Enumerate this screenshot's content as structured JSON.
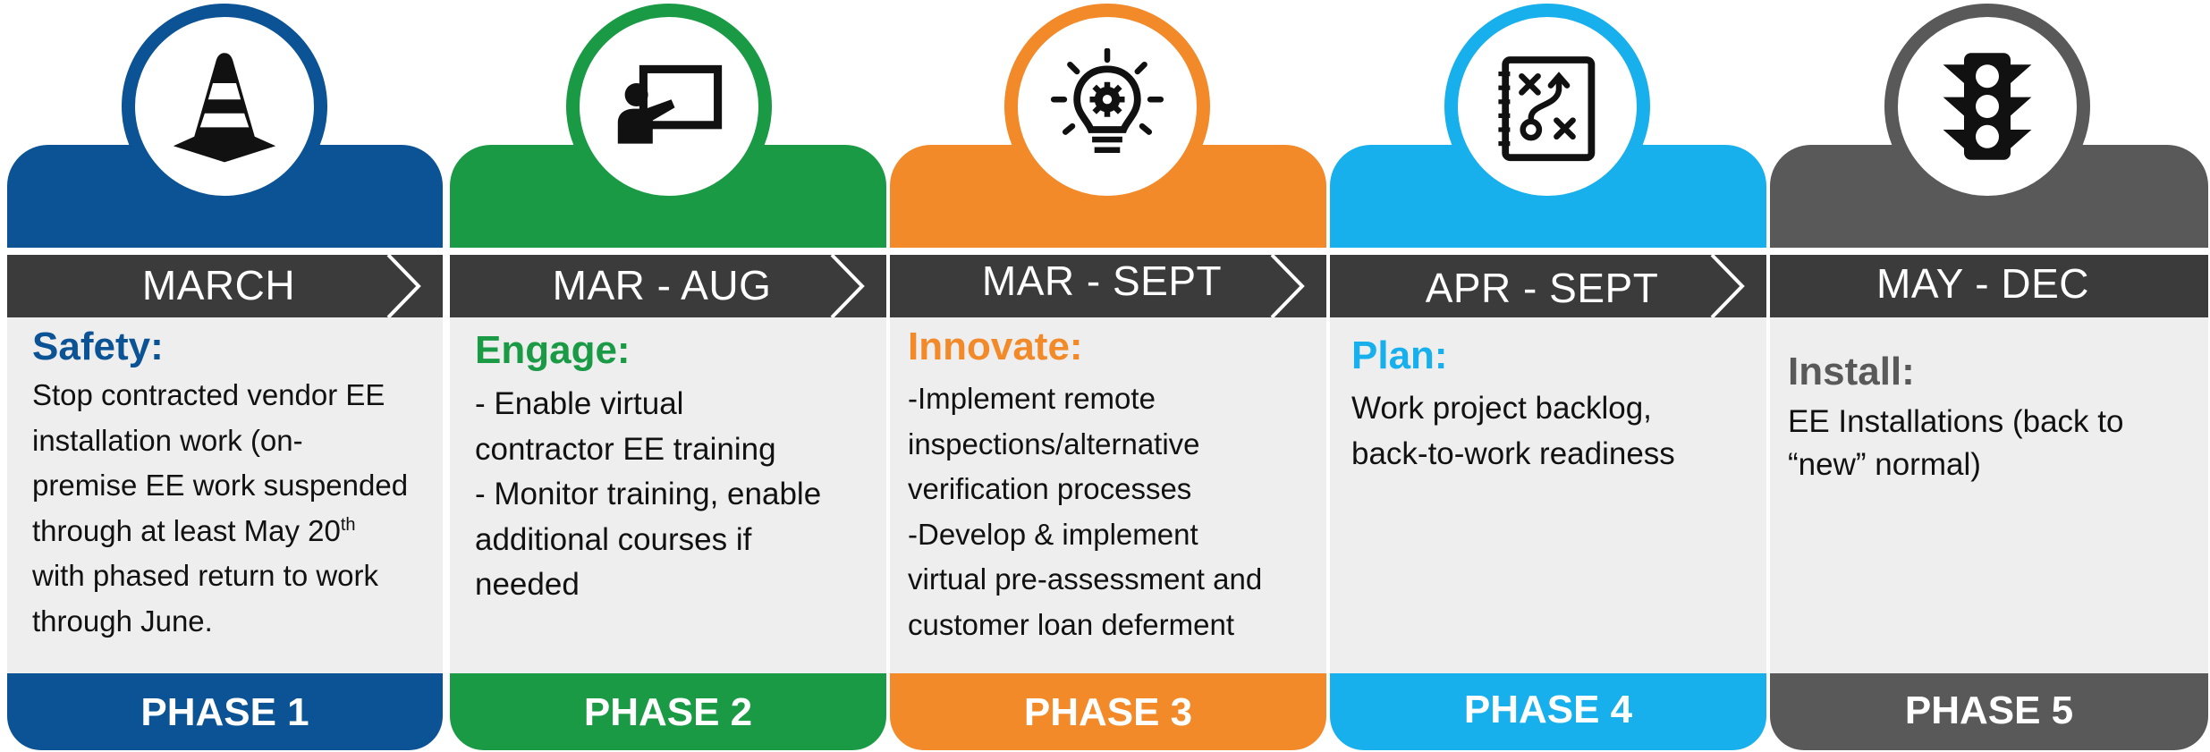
{
  "phases": [
    {
      "timeframe": "MARCH",
      "title": "Safety:",
      "body_pre": "Stop contracted vendor EE\ninstallation work (on-\npremise EE work suspended\nthrough at least May 20",
      "body_sup": "th",
      "body_post": "\nwith phased return to work\nthrough June.",
      "footer": "PHASE 1",
      "color": "#0b5394",
      "icon": "traffic-cone-icon"
    },
    {
      "timeframe": "MAR - AUG",
      "title": "Engage:",
      "body": "- Enable virtual\ncontractor EE training\n- Monitor training, enable\nadditional courses if\nneeded",
      "footer": "PHASE 2",
      "color": "#1a9a45",
      "icon": "presenter-board-icon"
    },
    {
      "timeframe": "MAR - SEPT",
      "title": "Innovate:",
      "body": "-Implement remote\ninspections/alternative\nverification processes\n-Develop & implement\nvirtual pre-assessment and\ncustomer loan deferment",
      "footer": "PHASE 3",
      "color": "#f28a2a",
      "icon": "lightbulb-gear-icon"
    },
    {
      "timeframe": "APR - SEPT",
      "title": "Plan:",
      "body": "Work project backlog,\nback-to-work readiness",
      "footer": "PHASE 4",
      "color": "#17b0ec",
      "icon": "strategy-plan-icon"
    },
    {
      "timeframe": "MAY - DEC",
      "title": "Install:",
      "body": "EE Installations (back to\n“new” normal)",
      "footer": "PHASE 5",
      "color": "#595959",
      "icon": "traffic-light-icon"
    }
  ]
}
